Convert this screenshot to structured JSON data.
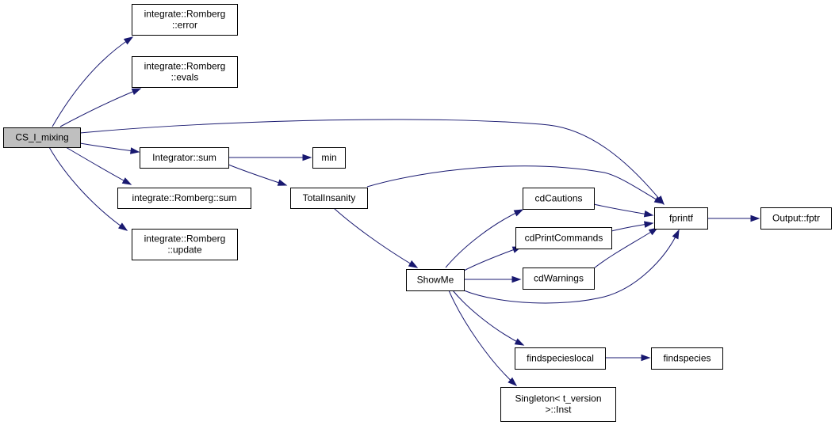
{
  "graph": {
    "edge_color": "#191970",
    "root_fill": "#bfbfbf",
    "nodes": [
      {
        "id": "cs_l_mixing",
        "name": "node-cs-l-mixing",
        "lines": [
          "CS_l_mixing"
        ],
        "root": true
      },
      {
        "id": "romberg_error",
        "name": "node-romberg-error",
        "lines": [
          "integrate::Romberg",
          "::error"
        ]
      },
      {
        "id": "romberg_evals",
        "name": "node-romberg-evals",
        "lines": [
          "integrate::Romberg",
          "::evals"
        ]
      },
      {
        "id": "integrator_sum",
        "name": "node-integrator-sum",
        "lines": [
          "Integrator::sum"
        ]
      },
      {
        "id": "romberg_sum",
        "name": "node-romberg-sum",
        "lines": [
          "integrate::Romberg::sum"
        ]
      },
      {
        "id": "romberg_update",
        "name": "node-romberg-update",
        "lines": [
          "integrate::Romberg",
          "::update"
        ]
      },
      {
        "id": "min",
        "name": "node-min",
        "lines": [
          "min"
        ]
      },
      {
        "id": "total_insanity",
        "name": "node-total-insanity",
        "lines": [
          "TotalInsanity"
        ]
      },
      {
        "id": "show_me",
        "name": "node-show-me",
        "lines": [
          "ShowMe"
        ]
      },
      {
        "id": "cd_cautions",
        "name": "node-cd-cautions",
        "lines": [
          "cdCautions"
        ]
      },
      {
        "id": "cd_print_commands",
        "name": "node-cd-print-commands",
        "lines": [
          "cdPrintCommands"
        ]
      },
      {
        "id": "cd_warnings",
        "name": "node-cd-warnings",
        "lines": [
          "cdWarnings"
        ]
      },
      {
        "id": "fprintf",
        "name": "node-fprintf",
        "lines": [
          "fprintf"
        ]
      },
      {
        "id": "output_fptr",
        "name": "node-output-fptr",
        "lines": [
          "Output::fptr"
        ]
      },
      {
        "id": "findspecieslocal",
        "name": "node-findspecieslocal",
        "lines": [
          "findspecieslocal"
        ]
      },
      {
        "id": "findspecies",
        "name": "node-findspecies",
        "lines": [
          "findspecies"
        ]
      },
      {
        "id": "singleton_inst",
        "name": "node-singleton-inst",
        "lines": [
          "Singleton< t_version",
          ">::Inst"
        ]
      }
    ],
    "edges": [
      {
        "from": "cs_l_mixing",
        "to": "romberg_error"
      },
      {
        "from": "cs_l_mixing",
        "to": "romberg_evals"
      },
      {
        "from": "cs_l_mixing",
        "to": "fprintf"
      },
      {
        "from": "cs_l_mixing",
        "to": "integrator_sum"
      },
      {
        "from": "cs_l_mixing",
        "to": "romberg_sum"
      },
      {
        "from": "cs_l_mixing",
        "to": "romberg_update"
      },
      {
        "from": "integrator_sum",
        "to": "min"
      },
      {
        "from": "integrator_sum",
        "to": "total_insanity"
      },
      {
        "from": "total_insanity",
        "to": "fprintf"
      },
      {
        "from": "total_insanity",
        "to": "show_me"
      },
      {
        "from": "show_me",
        "to": "cd_cautions"
      },
      {
        "from": "show_me",
        "to": "cd_print_commands"
      },
      {
        "from": "show_me",
        "to": "cd_warnings"
      },
      {
        "from": "show_me",
        "to": "fprintf"
      },
      {
        "from": "show_me",
        "to": "findspecieslocal"
      },
      {
        "from": "show_me",
        "to": "singleton_inst"
      },
      {
        "from": "cd_cautions",
        "to": "fprintf"
      },
      {
        "from": "cd_print_commands",
        "to": "fprintf"
      },
      {
        "from": "cd_warnings",
        "to": "fprintf"
      },
      {
        "from": "fprintf",
        "to": "output_fptr"
      },
      {
        "from": "findspecieslocal",
        "to": "findspecies"
      }
    ]
  }
}
